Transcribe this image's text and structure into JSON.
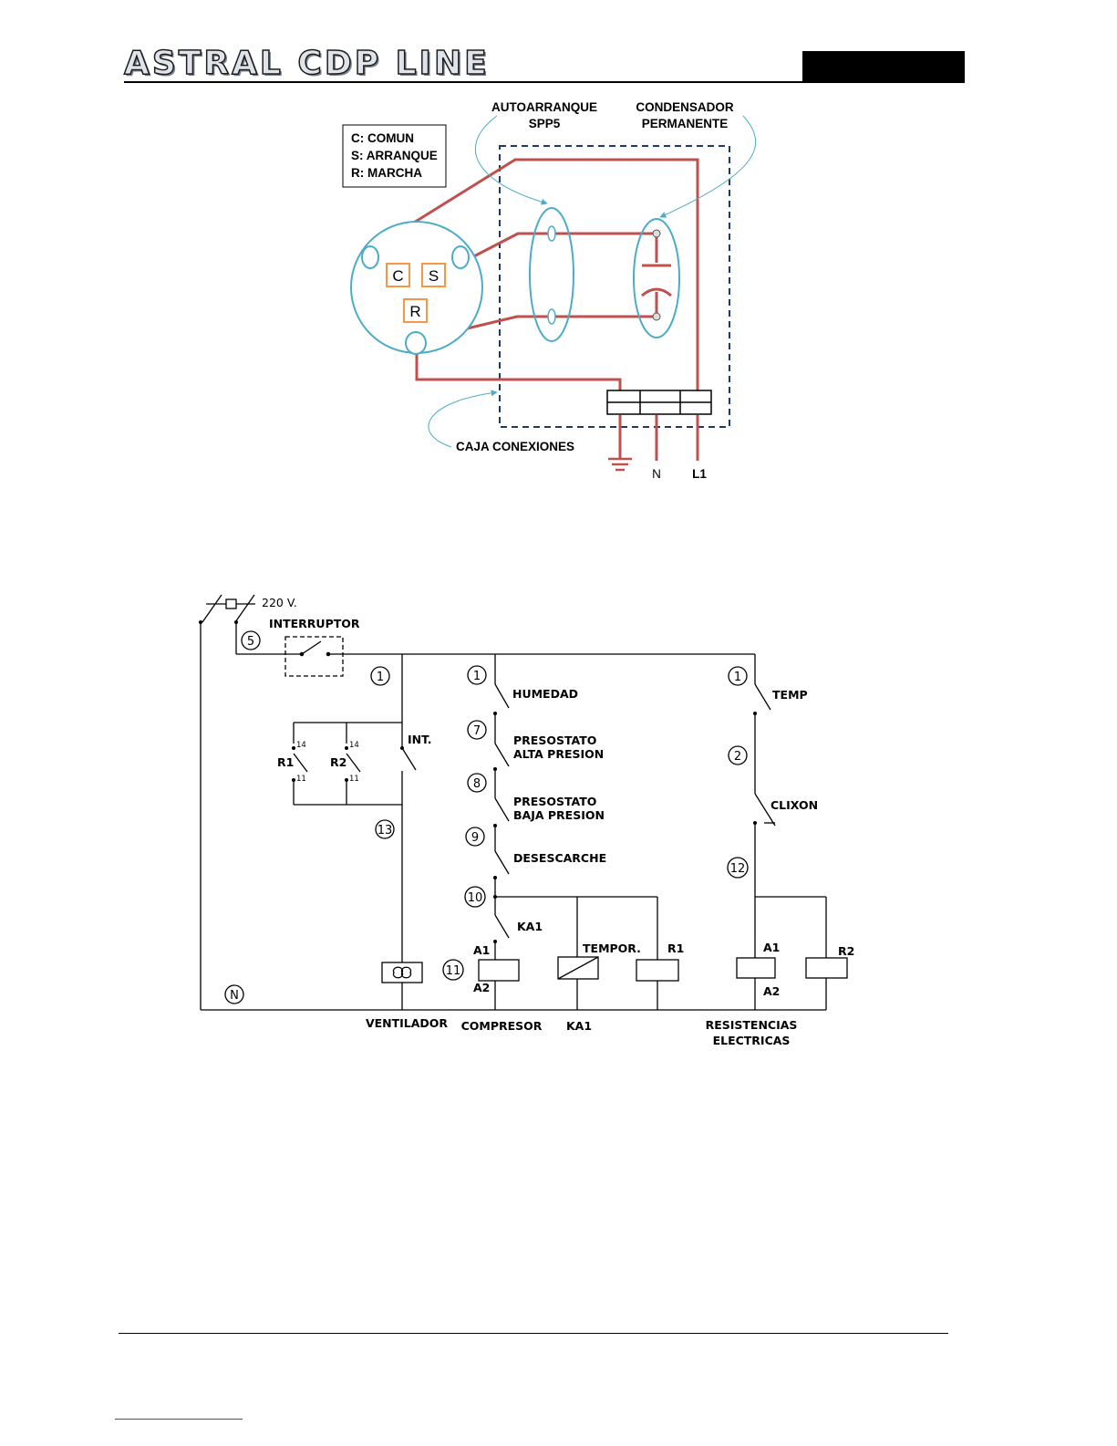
{
  "header": {
    "title": "ASTRAL CDP LINE"
  },
  "wiring": {
    "legend": [
      "C: COMUN",
      "S: ARRANQUE",
      "R: MARCHA"
    ],
    "terminals": [
      "C",
      "S",
      "R"
    ],
    "autostart_line1": "AUTOARRANQUE",
    "autostart_line2": "SPP5",
    "capacitor_line1": "CONDENSADOR",
    "capacitor_line2": "PERMANENTE",
    "junction_box": "CAJA CONEXIONES",
    "neutral": "N",
    "line": "L1"
  },
  "schematic": {
    "supply": "220 V.",
    "switch": "INTERRUPTOR",
    "node_5": "5",
    "node_1": "1",
    "node_2": "2",
    "node_7": "7",
    "node_8": "8",
    "node_9": "9",
    "node_10": "10",
    "node_11": "11",
    "node_12": "12",
    "node_13": "13",
    "node_n": "N",
    "int": "INT.",
    "r1": "R1",
    "r2": "R2",
    "pin_14": "14",
    "pin_11": "11",
    "humidity": "HUMEDAD",
    "hp_line1": "PRESOSTATO",
    "hp_line2": "ALTA PRESION",
    "lp_line1": "PRESOSTATO",
    "lp_line2": "BAJA PRESION",
    "defrost": "DESESCARCHE",
    "ka1": "KA1",
    "a1": "A1",
    "a2": "A2",
    "timer": "TEMPOR.",
    "temp": "TEMP",
    "clixon": "CLIXON",
    "fan": "VENTILADOR",
    "compressor": "COMPRESOR",
    "heaters_line1": "RESISTENCIAS",
    "heaters_line2": "ELECTRICAS"
  },
  "colors": {
    "wire_red": "#c0504d",
    "cyan_outline": "#4bacc6",
    "terminal_orange": "#f79646",
    "box_blue": "#1f3864",
    "footer_link": "#2b4fd6"
  }
}
